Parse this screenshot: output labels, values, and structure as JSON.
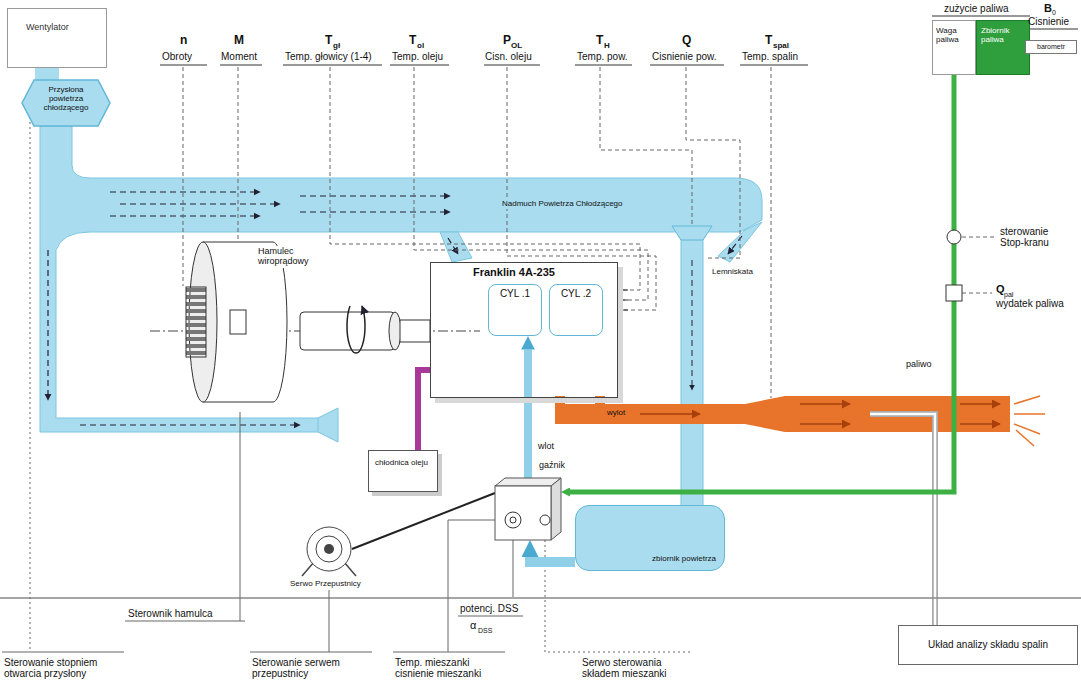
{
  "diagram": {
    "nodes": [
      {
        "text": [
          "Wentylator"
        ]
      },
      {
        "text": [
          "Przysłona powietrza chłodzącego"
        ]
      },
      {
        "text": [
          "Hamulec wiroprądowy"
        ]
      },
      {
        "text": [
          "Franklin 4A-235"
        ]
      },
      {
        "text": [
          "CYL .1"
        ],
        "in": 3
      },
      {
        "text": [
          "CYL .2"
        ],
        "in": 3
      },
      {
        "text": [
          "chłodnica oleju"
        ]
      },
      {
        "text": [
          "gaźnik"
        ]
      },
      {
        "text": [
          "zbiornik powietrza"
        ]
      },
      {
        "text": [
          "Serwo Przepustnicy"
        ]
      },
      {
        "text": [
          "Waga paliwa"
        ]
      },
      {
        "text": [
          "Zbiornik paliwa"
        ]
      },
      {
        "text": [
          "barometr"
        ]
      },
      {
        "text": [
          "Układ analizy składu spalin"
        ]
      }
    ],
    "edges": [
      {
        "from": 0,
        "to": 1,
        "arrow": "none"
      },
      {
        "from": 6,
        "to": 3,
        "arrow": "none"
      },
      {
        "from": 10,
        "to": 7,
        "label": "paliwo",
        "arrow": "to"
      },
      {
        "from": 8,
        "to": 7,
        "arrow": "to"
      },
      {
        "from": 9,
        "to": 7,
        "arrow": "none"
      },
      {
        "from": 7,
        "to": 4,
        "label": "wlot",
        "arrow": "to"
      }
    ],
    "labels": [
      "n",
      "Obroty",
      "M",
      "Moment",
      "T",
      "gł",
      "Temp. głowicy (1-4)",
      "T",
      "ol",
      "Temp. oleju",
      "P",
      "OL",
      "Cisn. oleju",
      "T",
      "H",
      "Temp. pow.",
      "Q",
      "Cisnienie pow.",
      "T",
      "spal",
      "Temp. spalin",
      "zużycie paliwa",
      "B",
      "0",
      "Cisnienie",
      "Nadmuch Powietrza Chłodzącego",
      "Lemniskata",
      "sterowanie Stop-kranu",
      "Q",
      "pal",
      "wydatek paliwa",
      "wylot",
      "Sterownik hamulca",
      "Sterowanie stopniem otwarcia przysłony",
      "Sterowanie serwem przepustnicy",
      "Temp. mieszanki cisnienie mieszanki",
      "potencj. DSS",
      "α",
      "DSS",
      "Serwo sterowania składem mieszanki"
    ]
  }
}
